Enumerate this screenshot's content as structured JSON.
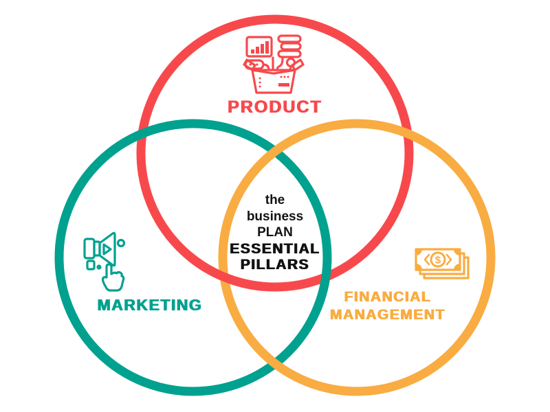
{
  "diagram": {
    "type": "venn-3-circles",
    "background_color": "#FFFFFF",
    "center": {
      "text_color": "#121212",
      "lines": [
        "the",
        "business",
        "PLAN",
        "ESSENTIAL",
        "PILLARS"
      ]
    },
    "circles": [
      {
        "name": "product",
        "label": "PRODUCT",
        "color": "#F7494C",
        "icon": "product-box-icon",
        "position": "top"
      },
      {
        "name": "marketing",
        "label": "MARKETING",
        "color": "#00A18F",
        "icon": "megaphone-click-icon",
        "position": "bottom-left"
      },
      {
        "name": "financial-management",
        "label_lines": [
          "FINANCIAL",
          "MANAGEMENT"
        ],
        "color": "#F9AC41",
        "icon": "banknotes-icon",
        "icon_symbol": "$",
        "position": "bottom-right"
      }
    ]
  }
}
